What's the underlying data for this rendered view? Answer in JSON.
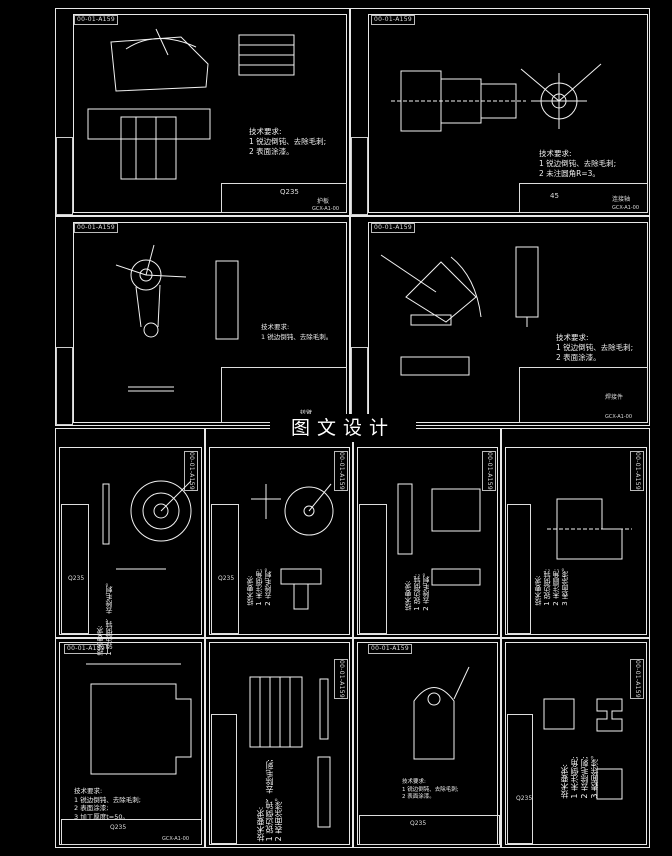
{
  "title": "图文设计",
  "frame_code": "00-01-A159",
  "sheets": [
    {
      "id": "s1",
      "code": "00-01-A159",
      "notes": [
        "技术要求:",
        "1 锐边倒钝、去除毛刺;",
        "2 表面涂漆。"
      ],
      "material": "Q235",
      "name": "护板",
      "drawing_no": "GCX-A1-00"
    },
    {
      "id": "s2",
      "code": "00-01-A159",
      "notes": [
        "技术要求:",
        "1 锐边倒钝、去除毛刺;",
        "2 未注圆角R=3。"
      ],
      "material": "45",
      "name": "连接轴",
      "drawing_no": "GCX-A1-00"
    },
    {
      "id": "s3",
      "code": "00-01-A159",
      "notes": [
        "技术要求:",
        "1 锐边倒钝、去除毛刺。"
      ],
      "material": "",
      "name": "转臂",
      "drawing_no": ""
    },
    {
      "id": "s4",
      "code": "00-01-A159",
      "notes": [
        "技术要求:",
        "1 锐边倒钝、去除毛刺;",
        "2 表面涂漆。"
      ],
      "material": "",
      "name": "焊接件",
      "drawing_no": "GCX-A1-00"
    },
    {
      "id": "s5",
      "code": "00-01-A159",
      "notes": [
        "技术要求:",
        "1 锐边倒钝、去除毛刺。"
      ],
      "material": "Q235",
      "name": "",
      "drawing_no": ""
    },
    {
      "id": "s6",
      "code": "00-01-A159",
      "notes": [
        "技术要求:",
        "1 未注倒角;",
        "2 去除毛刺。"
      ],
      "material": "Q235",
      "name": "",
      "drawing_no": ""
    },
    {
      "id": "s7",
      "code": "00-01-A159",
      "notes": [
        "技术要求:",
        "1 锐边倒钝;",
        "2 去除毛刺。"
      ],
      "material": "",
      "name": "",
      "drawing_no": ""
    },
    {
      "id": "s8",
      "code": "00-01-A159",
      "notes": [
        "技术要求:",
        "1 锐边倒钝;",
        "2 未注圆角;",
        "3 表面涂漆。"
      ],
      "material": "",
      "name": "",
      "drawing_no": ""
    },
    {
      "id": "s9",
      "code": "00-01-A159",
      "notes": [
        "技术要求:",
        "1 锐边倒钝、去除毛刺;",
        "2 表面涂漆;",
        "3 加工厚度t=50。"
      ],
      "material": "Q235",
      "name": "",
      "drawing_no": "GCX-A1-00"
    },
    {
      "id": "s10",
      "code": "00-01-A159",
      "notes": [
        "技术要求:",
        "1 锐边倒钝、去除毛刺;",
        "2 表面涂漆。"
      ],
      "material": "",
      "name": "",
      "drawing_no": ""
    },
    {
      "id": "s11",
      "code": "00-01-A159",
      "notes": [
        "技术要求:",
        "1 锐边倒钝、去除毛刺;",
        "2 表面涂漆。"
      ],
      "material": "Q235",
      "name": "",
      "drawing_no": ""
    },
    {
      "id": "s12",
      "code": "00-01-A159",
      "notes": [
        "技术要求:",
        "1 未注倒角;",
        "2 去除毛刺;",
        "3 表面涂漆。"
      ],
      "material": "Q235",
      "name": "",
      "drawing_no": ""
    }
  ]
}
